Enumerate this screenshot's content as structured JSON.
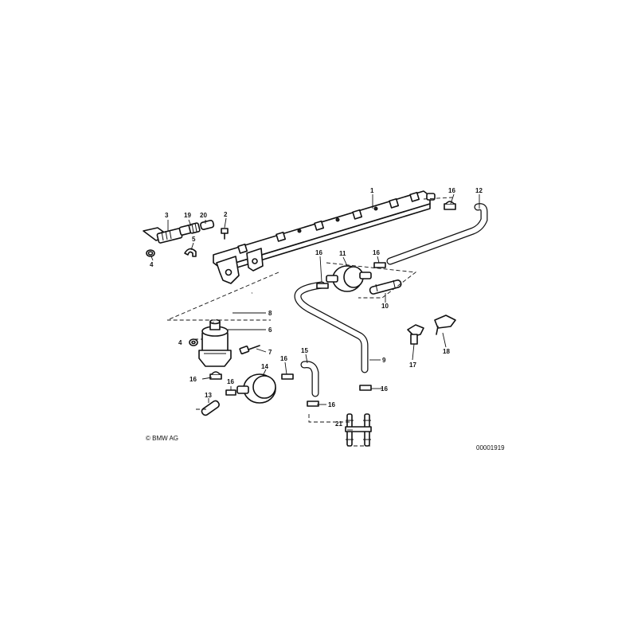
{
  "diagram": {
    "copyright": "© BMW AG",
    "drawing_number": "00001919",
    "callouts": [
      {
        "id": "1",
        "label": "1"
      },
      {
        "id": "2",
        "label": "2"
      },
      {
        "id": "3",
        "label": "3"
      },
      {
        "id": "4a",
        "label": "4"
      },
      {
        "id": "4b",
        "label": "4"
      },
      {
        "id": "5",
        "label": "5"
      },
      {
        "id": "6",
        "label": "6"
      },
      {
        "id": "7",
        "label": "7"
      },
      {
        "id": "8",
        "label": "8"
      },
      {
        "id": "9",
        "label": "9"
      },
      {
        "id": "10",
        "label": "10"
      },
      {
        "id": "11",
        "label": "11"
      },
      {
        "id": "12",
        "label": "12"
      },
      {
        "id": "13",
        "label": "13"
      },
      {
        "id": "14",
        "label": "14"
      },
      {
        "id": "15",
        "label": "15"
      },
      {
        "id": "16a",
        "label": "16"
      },
      {
        "id": "16b",
        "label": "16"
      },
      {
        "id": "16c",
        "label": "16"
      },
      {
        "id": "16d",
        "label": "16"
      },
      {
        "id": "16e",
        "label": "16"
      },
      {
        "id": "16f",
        "label": "16"
      },
      {
        "id": "16g",
        "label": "16"
      },
      {
        "id": "16h",
        "label": "16"
      },
      {
        "id": "17",
        "label": "17"
      },
      {
        "id": "18",
        "label": "18"
      },
      {
        "id": "19",
        "label": "19"
      },
      {
        "id": "20",
        "label": "20"
      },
      {
        "id": "21",
        "label": "21"
      }
    ]
  }
}
